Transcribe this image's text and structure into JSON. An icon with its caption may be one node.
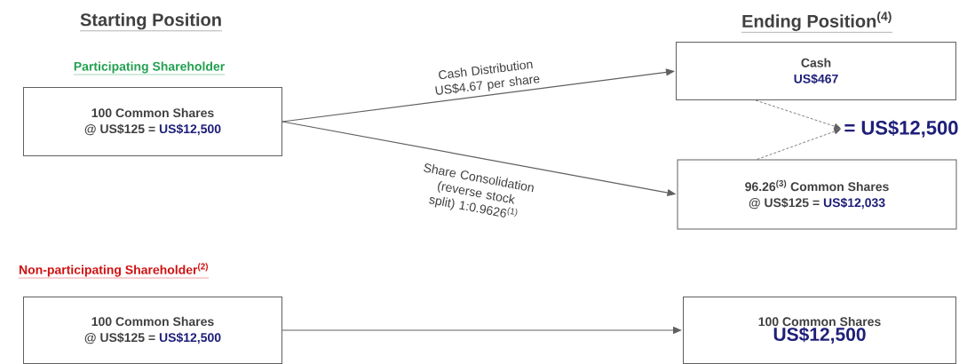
{
  "diagram": {
    "nodes": [
      {
        "text": [
          "100 Common Shares",
          "@ US$125 =",
          "US$12,500"
        ]
      },
      {
        "text": [
          "Cash",
          "US$467"
        ]
      },
      {
        "text": [
          "96.26$^{(3)}$ Common Shares",
          "@ US$125 =",
          "US$12,033"
        ]
      },
      {
        "text": [
          "= US$12,500"
        ]
      },
      {
        "text": [
          "100 Common Shares",
          "@ US$125 =",
          "US$12,500"
        ]
      },
      {
        "text": [
          "100 Common Shares",
          "US$12,500"
        ]
      }
    ],
    "edges": [
      {
        "from": 0,
        "to": 1,
        "arrow": "to",
        "label": "Cash Distribution US$4.67 per share"
      },
      {
        "from": 0,
        "to": 2,
        "arrow": "to",
        "label": "Share Consolidation (reverse stock split) 1:0.9626$^{(1)}$"
      },
      {
        "from": 1,
        "to": 3,
        "arrow": "to",
        "style": "dashed"
      },
      {
        "from": 2,
        "to": 3,
        "arrow": "to",
        "style": "dashed"
      },
      {
        "from": 4,
        "to": 5,
        "arrow": "to"
      }
    ],
    "labels": [
      "Starting Position",
      "Ending Position$^{(4)}$",
      "Participating Shareholder",
      "Non-participating Shareholder$^{(2)}$"
    ]
  }
}
